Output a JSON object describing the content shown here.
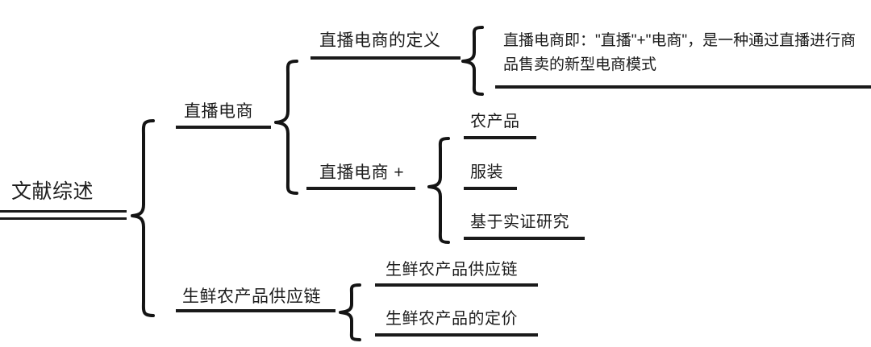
{
  "diagram": {
    "type": "bracket-mindmap",
    "title": "文献综述",
    "colors": {
      "ink": "#1a1a1a",
      "background": "#ffffff"
    },
    "root": {
      "label": "文献综述",
      "underline_style": "double"
    },
    "branches": [
      {
        "id": "live-ecommerce",
        "label": "直播电商",
        "children": [
          {
            "id": "definition",
            "label": "直播电商的定义",
            "children": [
              {
                "id": "definition-text",
                "label": "直播电商即：\"直播\"+\"电商\"，是一种通过直播进行商品售卖的新型电商模式"
              }
            ]
          },
          {
            "id": "live-ecommerce-plus",
            "label": "直播电商 +",
            "children": [
              {
                "id": "agricultural-products",
                "label": "农产品"
              },
              {
                "id": "apparel",
                "label": "服装"
              },
              {
                "id": "empirical-research",
                "label": "基于实证研究"
              }
            ]
          }
        ]
      },
      {
        "id": "fresh-supply-chain",
        "label": "生鲜农产品供应链",
        "children": [
          {
            "id": "fresh-supply-chain-sub",
            "label": "生鲜农产品供应链"
          },
          {
            "id": "fresh-pricing",
            "label": "生鲜农产品的定价"
          }
        ]
      }
    ]
  }
}
